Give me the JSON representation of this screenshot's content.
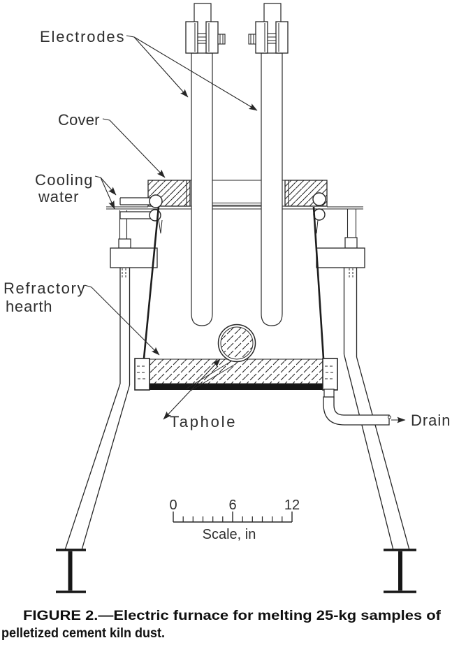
{
  "figure": {
    "labels": {
      "electrodes": "Electrodes",
      "cover": "Cover",
      "cooling_water": {
        "line1": "Cooling",
        "line2": "water"
      },
      "refractory_hearth": {
        "line1": "Refractory",
        "line2": "hearth"
      },
      "taphole": "Taphole",
      "drain": "Drain"
    },
    "scale_bar": {
      "tick0": "0",
      "tick6": "6",
      "tick12": "12",
      "label": "Scale, in"
    },
    "caption": {
      "line1": "FIGURE 2.—Electric furnace for melting 25-kg samples of",
      "line2": "pelletized cement kiln dust."
    },
    "colors": {
      "ink": "#262626",
      "paper": "#ffffff"
    }
  }
}
